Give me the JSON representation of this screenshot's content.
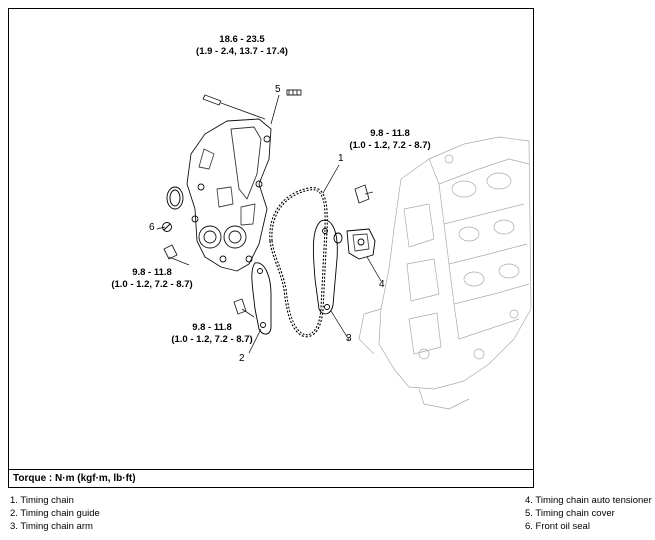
{
  "torque_specs": {
    "cover_bolt": {
      "value": "18.6 - 23.5",
      "alt": "(1.9 - 2.4, 13.7 - 17.4)"
    },
    "tensioner_bolt": {
      "value": "9.8 - 11.8",
      "alt": "(1.0 - 1.2, 7.2 - 8.7)"
    },
    "cover_side_bolt": {
      "value": "9.8 - 11.8",
      "alt": "(1.0 - 1.2, 7.2 - 8.7)"
    },
    "guide_bolt": {
      "value": "9.8 - 11.8",
      "alt": "(1.0 - 1.2, 7.2 - 8.7)"
    }
  },
  "callouts": [
    "1",
    "2",
    "3",
    "4",
    "5",
    "6"
  ],
  "torque_unit_label": "Torque : N·m (kgf·m, lb·ft)",
  "legend": {
    "left": [
      "1. Timing chain",
      "2. Timing chain guide",
      "3. Timing chain arm"
    ],
    "right": [
      "4. Timing chain auto tensioner",
      "5. Timing chain cover",
      "6. Front oil seal"
    ]
  }
}
